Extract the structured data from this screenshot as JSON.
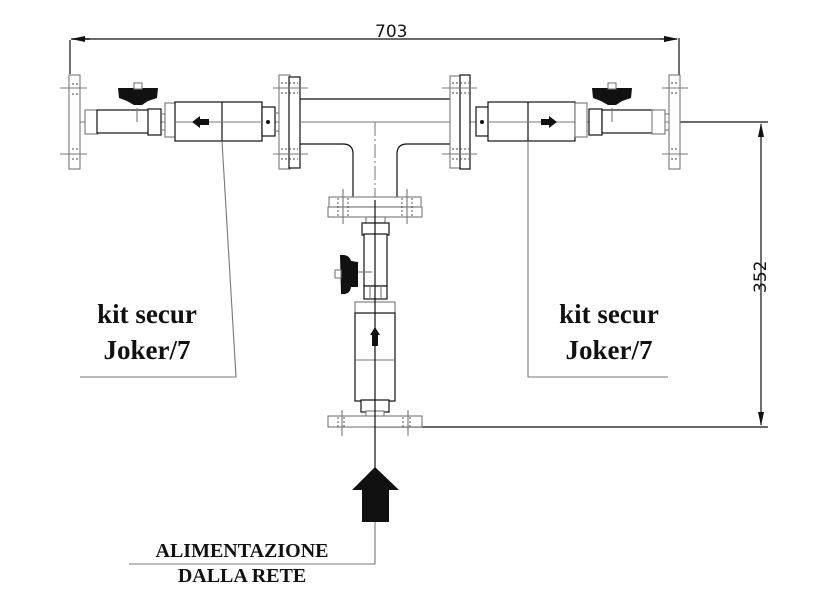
{
  "drawing": {
    "dimensions": {
      "overall_width": "703",
      "overall_height": "352"
    },
    "labels": {
      "left_kit_line1": "kit secur",
      "left_kit_line2": "Joker/7",
      "right_kit_line1": "kit secur",
      "right_kit_line2": "Joker/7",
      "feed_line1": "ALIMENTAZIONE",
      "feed_line2": "DALLA RETE"
    },
    "flow_arrows": {
      "left_filter": "arrow-left",
      "right_filter": "arrow-right",
      "vertical_filter": "arrow-up",
      "inlet": "arrow-up"
    },
    "colors": {
      "line": "#111111",
      "secondary_line": "#777777",
      "background": "#ffffff"
    }
  }
}
